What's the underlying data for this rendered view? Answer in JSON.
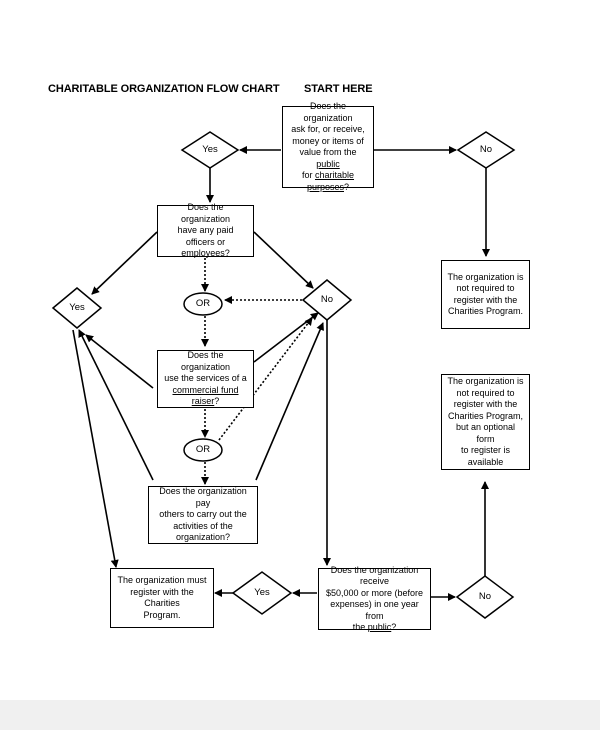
{
  "titles": {
    "chart": "CHARITABLE ORGANIZATION FLOW CHART",
    "start": "START HERE"
  },
  "boxes": {
    "start": [
      "Does the organization",
      "ask for, or receive,",
      "money or items of",
      "value from the public",
      "for charitable",
      "purposes?"
    ],
    "paid_officers": [
      "Does the organization",
      "have any paid officers or",
      "employees?"
    ],
    "fund_raiser": [
      "Does the organization",
      "use the services of a",
      "commercial fund raiser?"
    ],
    "pay_others": [
      "Does the organization pay",
      "others to carry out the",
      "activities of the organization?"
    ],
    "receive_50k": [
      "Does the organization receive",
      "$50,000 or more (before",
      "expenses) in one year from",
      "the public?"
    ],
    "must_register": [
      "The organization must",
      "register with the Charities",
      "Program."
    ],
    "not_required": [
      "The organization is",
      "not required to",
      "register with the",
      "Charities Program."
    ],
    "optional": [
      "The organization is",
      "not required to",
      "register with the",
      "Charities Program,",
      "but an optional form",
      "to register is",
      "available"
    ]
  },
  "decisions": {
    "yes_top": "Yes",
    "no_top": "No",
    "yes_left": "Yes",
    "no_mid": "No",
    "yes_bottom": "Yes",
    "no_bottom": "No"
  },
  "or_labels": {
    "or1": "OR",
    "or2": "OR"
  }
}
